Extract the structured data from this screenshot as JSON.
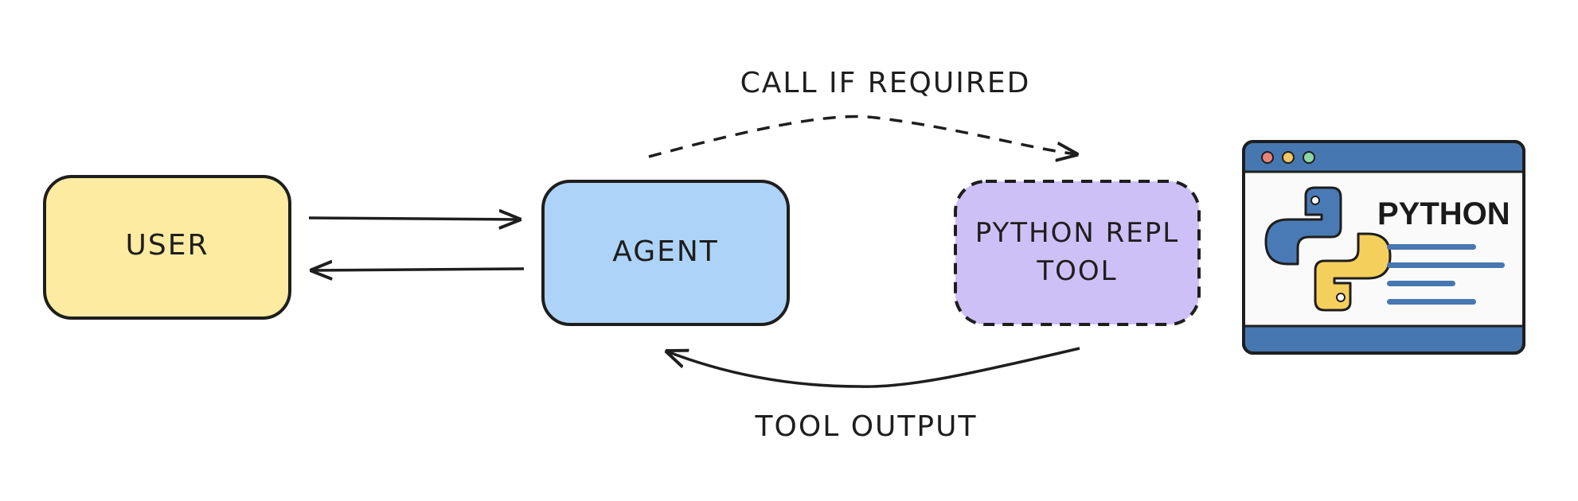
{
  "nodes": {
    "user": {
      "label": "USER",
      "fill": "#fdeba2"
    },
    "agent": {
      "label": "AGENT",
      "fill": "#aed3f8"
    },
    "tool": {
      "label_line1": "PYTHON REPL",
      "label_line2": "TOOL",
      "fill": "#cdc0f6"
    }
  },
  "edges": {
    "call": {
      "label": "CALL IF REQUIRED"
    },
    "output": {
      "label": "TOOL OUTPUT"
    }
  },
  "python_window": {
    "title": "PYTHON",
    "header_color": "#4677b0",
    "dots": [
      "#e8837a",
      "#f2c762",
      "#8cd6a7"
    ],
    "logo_blue": "#4a7ab5",
    "logo_yellow": "#f5cf5c"
  }
}
